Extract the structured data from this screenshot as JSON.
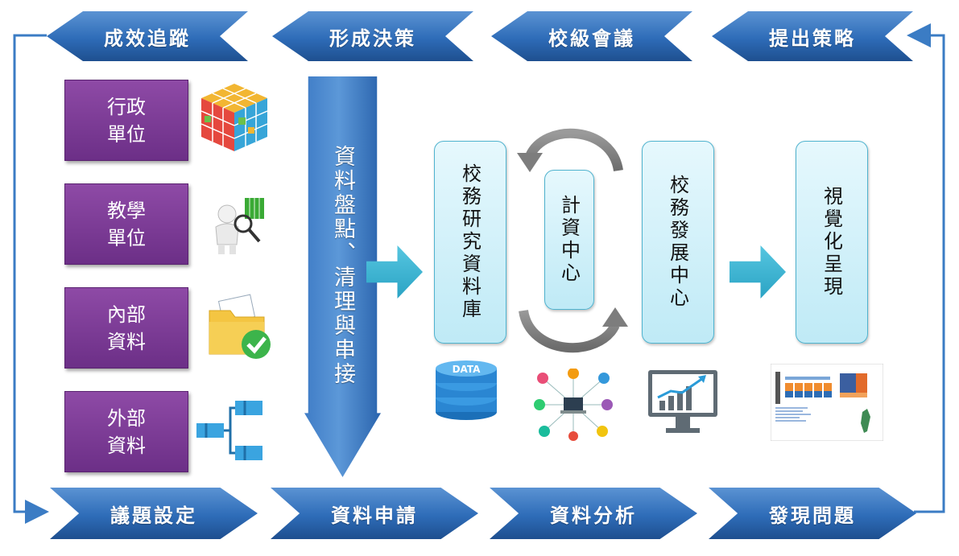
{
  "top_arrows": [
    "成效追蹤",
    "形成決策",
    "校級會議",
    "提出策略"
  ],
  "bottom_arrows": [
    "議題設定",
    "資料申請",
    "資料分析",
    "發現問題"
  ],
  "units": [
    {
      "line1": "行政",
      "line2": "單位",
      "icon": "rubiks-cube-icon"
    },
    {
      "line1": "教學",
      "line2": "單位",
      "icon": "magnifier-figure-icon"
    },
    {
      "line1": "內部",
      "line2": "資料",
      "icon": "folder-check-icon"
    },
    {
      "line1": "外部",
      "line2": "資料",
      "icon": "tree-structure-icon"
    }
  ],
  "process_arrow": "資料盤點、清理與串接",
  "database_box": "校務研究資料庫",
  "computing_center": "計資中心",
  "development_center": "校務發展中心",
  "visualization_box": "視覺化呈現",
  "icons": {
    "database": "data-database-icon",
    "cloud_network": "cloud-network-icon",
    "chart_monitor": "monitor-chart-icon",
    "dashboard": "dashboard-thumbnail-icon"
  },
  "data_label": "DATA",
  "colors": {
    "blue_arrow": "#2e6cb8",
    "purple_box": "#7a3a95",
    "cyan_box": "#bfeaf6",
    "teal_arrow": "#2aa3c4"
  }
}
